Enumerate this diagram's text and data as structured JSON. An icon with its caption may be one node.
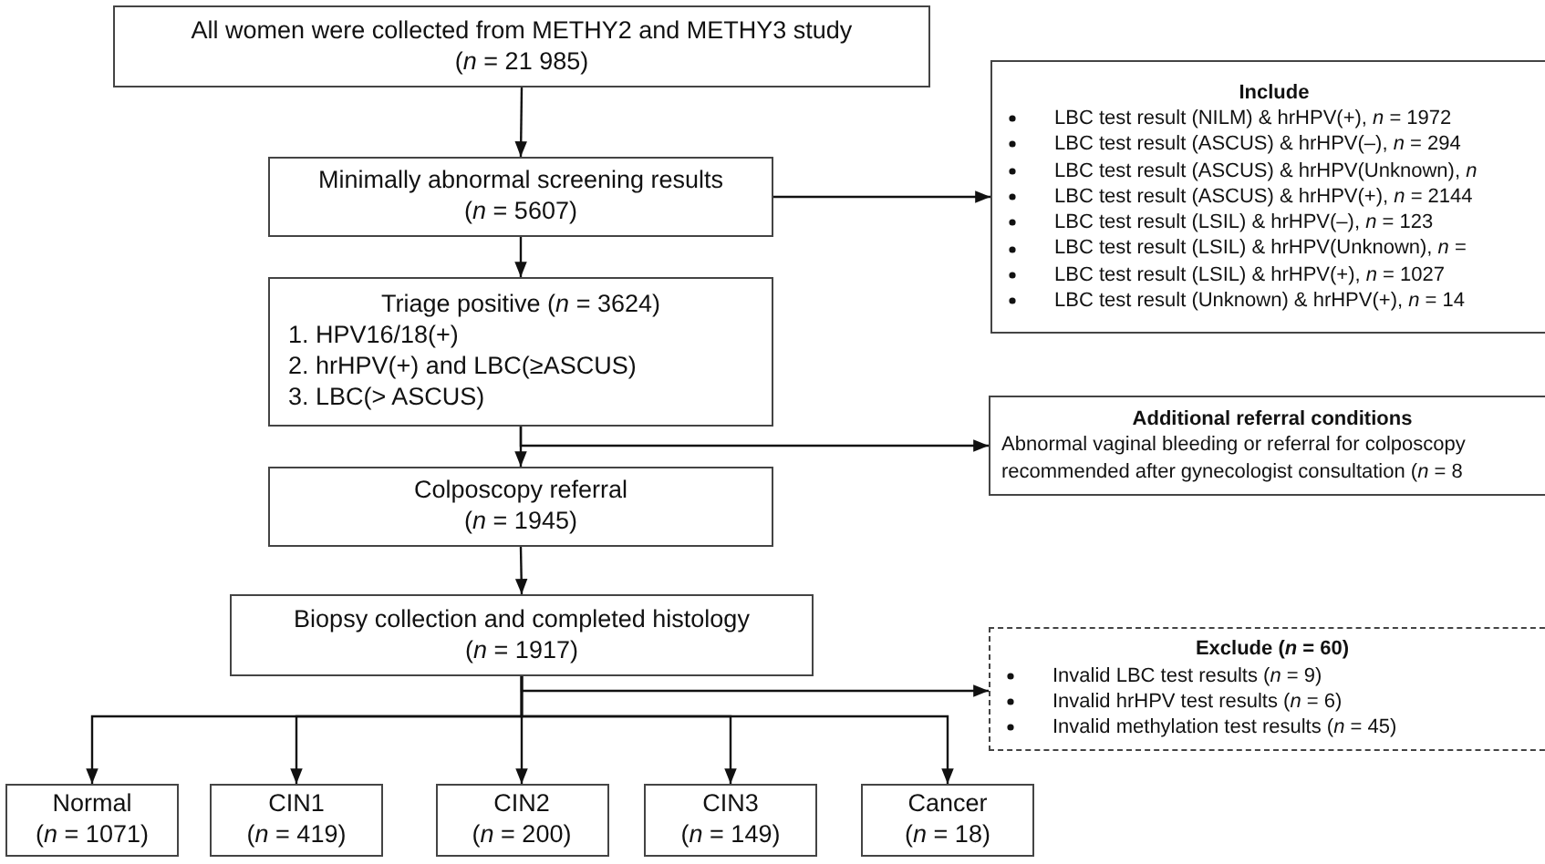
{
  "diagram": {
    "nodes": [
      {
        "text": [
          "All women were collected from METHY2 and METHY3 study",
          "(*n* = 21 985)"
        ]
      },
      {
        "text": [
          "Minimally abnormal screening results",
          "(*n* = 5607)"
        ]
      },
      {
        "text": [
          "Triage positive  (*n* = 3624)",
          "1. HPV16/18(+)",
          "2. hrHPV(+) and LBC(≥ASCUS)",
          "3. LBC(> ASCUS)"
        ]
      },
      {
        "text": [
          "Colposcopy referral",
          "(*n* = 1945)"
        ]
      },
      {
        "text": [
          "Biopsy collection and completed histology",
          "(*n* = 1917)"
        ]
      },
      {
        "text": [
          "Normal",
          "(*n* = 1071)"
        ]
      },
      {
        "text": [
          "CIN1",
          "(*n* = 419)"
        ]
      },
      {
        "text": [
          "CIN2",
          "(*n* = 200)"
        ]
      },
      {
        "text": [
          "CIN3",
          "(*n* = 149)"
        ]
      },
      {
        "text": [
          "Cancer",
          "(*n* = 18)"
        ]
      },
      {
        "text": [
          "Include",
          "LBC test result (NILM) & hrHPV(+), *n* = 1972",
          "LBC test result (ASCUS)  & hrHPV(–), *n* = 294",
          "LBC test result (ASCUS)  & hrHPV(Unknown), *n*",
          "LBC test result (ASCUS)  & hrHPV(+), *n* = 2144",
          "LBC test result (LSIL)  & hrHPV(–), *n* = 123",
          "LBC test result (LSIL)  & hrHPV(Unknown), *n* =",
          "LBC test result (LSIL)  & hrHPV(+), *n* = 1027",
          "LBC test result (Unknown)  & hrHPV(+), *n* = 14"
        ]
      },
      {
        "text": [
          "Additional referral conditions",
          "Abnormal vaginal bleeding or referral for colposcopy recommended after gynecologist consultation (*n* = 8"
        ]
      },
      {
        "text": [
          "Exclude  (*n* = 60)",
          "Invalid LBC test results (*n* = 9)",
          "Invalid hrHPV test results (*n* = 6)",
          "Invalid methylation test results  (*n* = 45)"
        ]
      }
    ],
    "edges": [
      {
        "from": 0,
        "to": 1,
        "arrow": "to"
      },
      {
        "from": 1,
        "to": 2,
        "arrow": "to"
      },
      {
        "from": 2,
        "to": 3,
        "arrow": "to"
      },
      {
        "from": 3,
        "to": 4,
        "arrow": "to"
      },
      {
        "from": 1,
        "to": 10,
        "arrow": "to"
      },
      {
        "from": 2,
        "to": 11,
        "arrow": "to"
      },
      {
        "from": 4,
        "to": 12,
        "arrow": "to"
      },
      {
        "from": 4,
        "to": 5,
        "arrow": "to"
      },
      {
        "from": 4,
        "to": 6,
        "arrow": "to"
      },
      {
        "from": 4,
        "to": 7,
        "arrow": "to"
      },
      {
        "from": 4,
        "to": 8,
        "arrow": "to"
      },
      {
        "from": 4,
        "to": 9,
        "arrow": "to"
      }
    ]
  }
}
